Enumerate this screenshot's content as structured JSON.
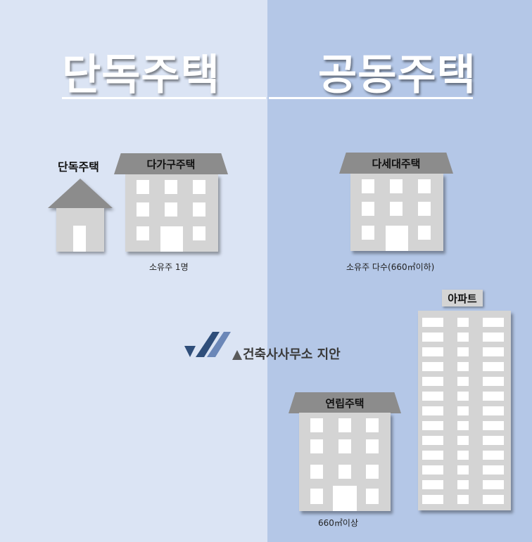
{
  "titles": {
    "left": "단독주택",
    "right": "공동주택"
  },
  "left_group": {
    "house_label": "단독주택",
    "multi_label": "다가구주택",
    "caption": "소유주 1명"
  },
  "right_group": {
    "dasedae_label": "다세대주택",
    "dasedae_caption": "소유주 다수(660㎡이하)",
    "apartment_label": "아파트",
    "yeonrip_label": "연립주택",
    "yeonrip_caption": "660㎡이상"
  },
  "logo": {
    "text": "건축사사무소 지안"
  },
  "colors": {
    "left_panel": "#dbe4f4",
    "right_panel": "#b4c7e7",
    "building": "#d4d4d4",
    "roof": "#8c8c8c",
    "logo_dark": "#2f4e7a",
    "logo_mid": "#6b87b8",
    "logo_grey": "#5a5a5a"
  }
}
